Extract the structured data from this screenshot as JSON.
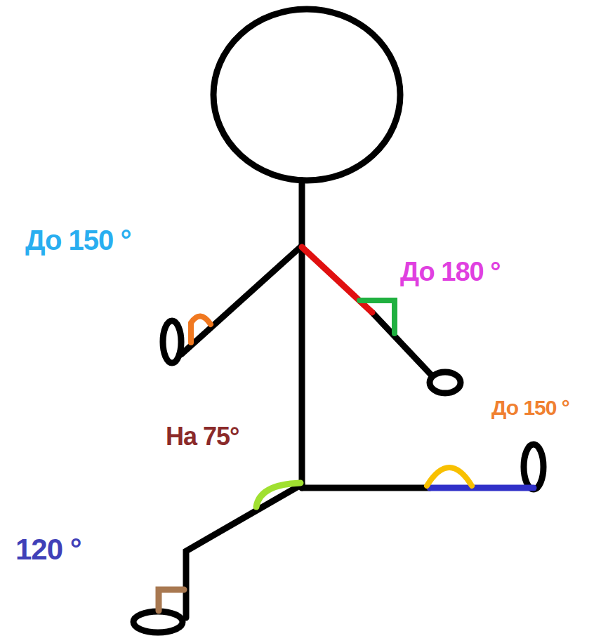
{
  "diagram": {
    "labels": [
      "До 150 °",
      "До 180 °",
      "На 75°",
      "До 150 °",
      "120 °"
    ]
  }
}
